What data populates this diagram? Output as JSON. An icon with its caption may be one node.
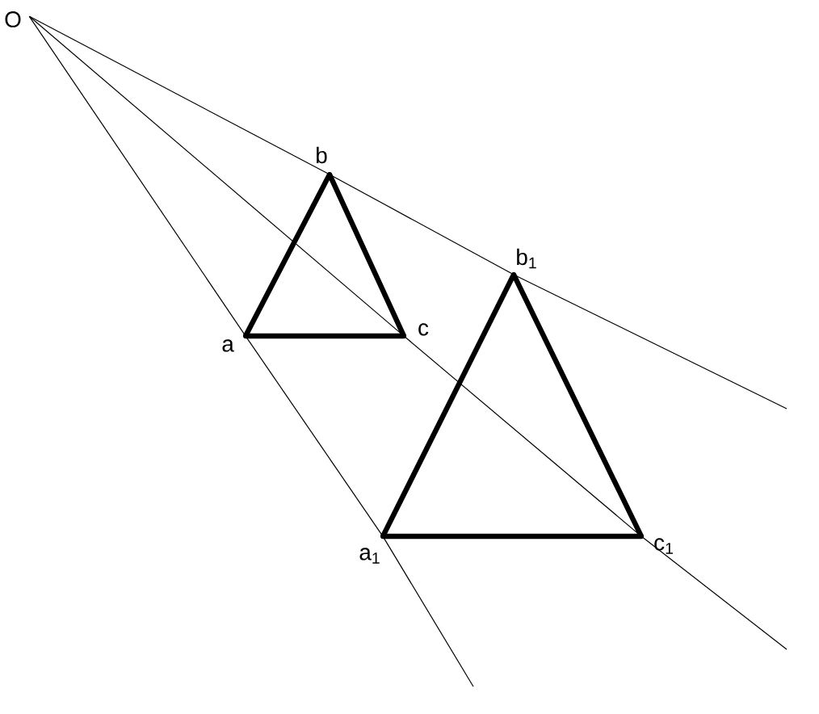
{
  "diagram": {
    "nodes": [
      {
        "text": [
          "O"
        ]
      },
      {
        "text": [
          "a"
        ]
      },
      {
        "text": [
          "b"
        ]
      },
      {
        "text": [
          "c"
        ]
      },
      {
        "text": [
          "a$_{1}$"
        ]
      },
      {
        "text": [
          "b$_{1}$"
        ]
      },
      {
        "text": [
          "c$_{1}$"
        ]
      }
    ],
    "edges": [
      {
        "from": 0,
        "to": 1,
        "arrow": "none"
      },
      {
        "from": 1,
        "to": 4,
        "arrow": "none"
      },
      {
        "from": 4,
        "to": null,
        "arrow": "none"
      },
      {
        "from": 0,
        "to": 2,
        "arrow": "none"
      },
      {
        "from": 2,
        "to": 5,
        "arrow": "none"
      },
      {
        "from": 5,
        "to": null,
        "arrow": "none"
      },
      {
        "from": 0,
        "to": 3,
        "arrow": "none"
      },
      {
        "from": 3,
        "to": 6,
        "arrow": "none"
      },
      {
        "from": 6,
        "to": null,
        "arrow": "none"
      },
      {
        "from": 1,
        "to": 2,
        "arrow": "none",
        "style": "thick"
      },
      {
        "from": 2,
        "to": 3,
        "arrow": "none",
        "style": "thick"
      },
      {
        "from": 3,
        "to": 1,
        "arrow": "none",
        "style": "thick"
      },
      {
        "from": 4,
        "to": 5,
        "arrow": "none",
        "style": "thick"
      },
      {
        "from": 5,
        "to": 6,
        "arrow": "none",
        "style": "thick"
      },
      {
        "from": 6,
        "to": 4,
        "arrow": "none",
        "style": "thick"
      }
    ]
  }
}
